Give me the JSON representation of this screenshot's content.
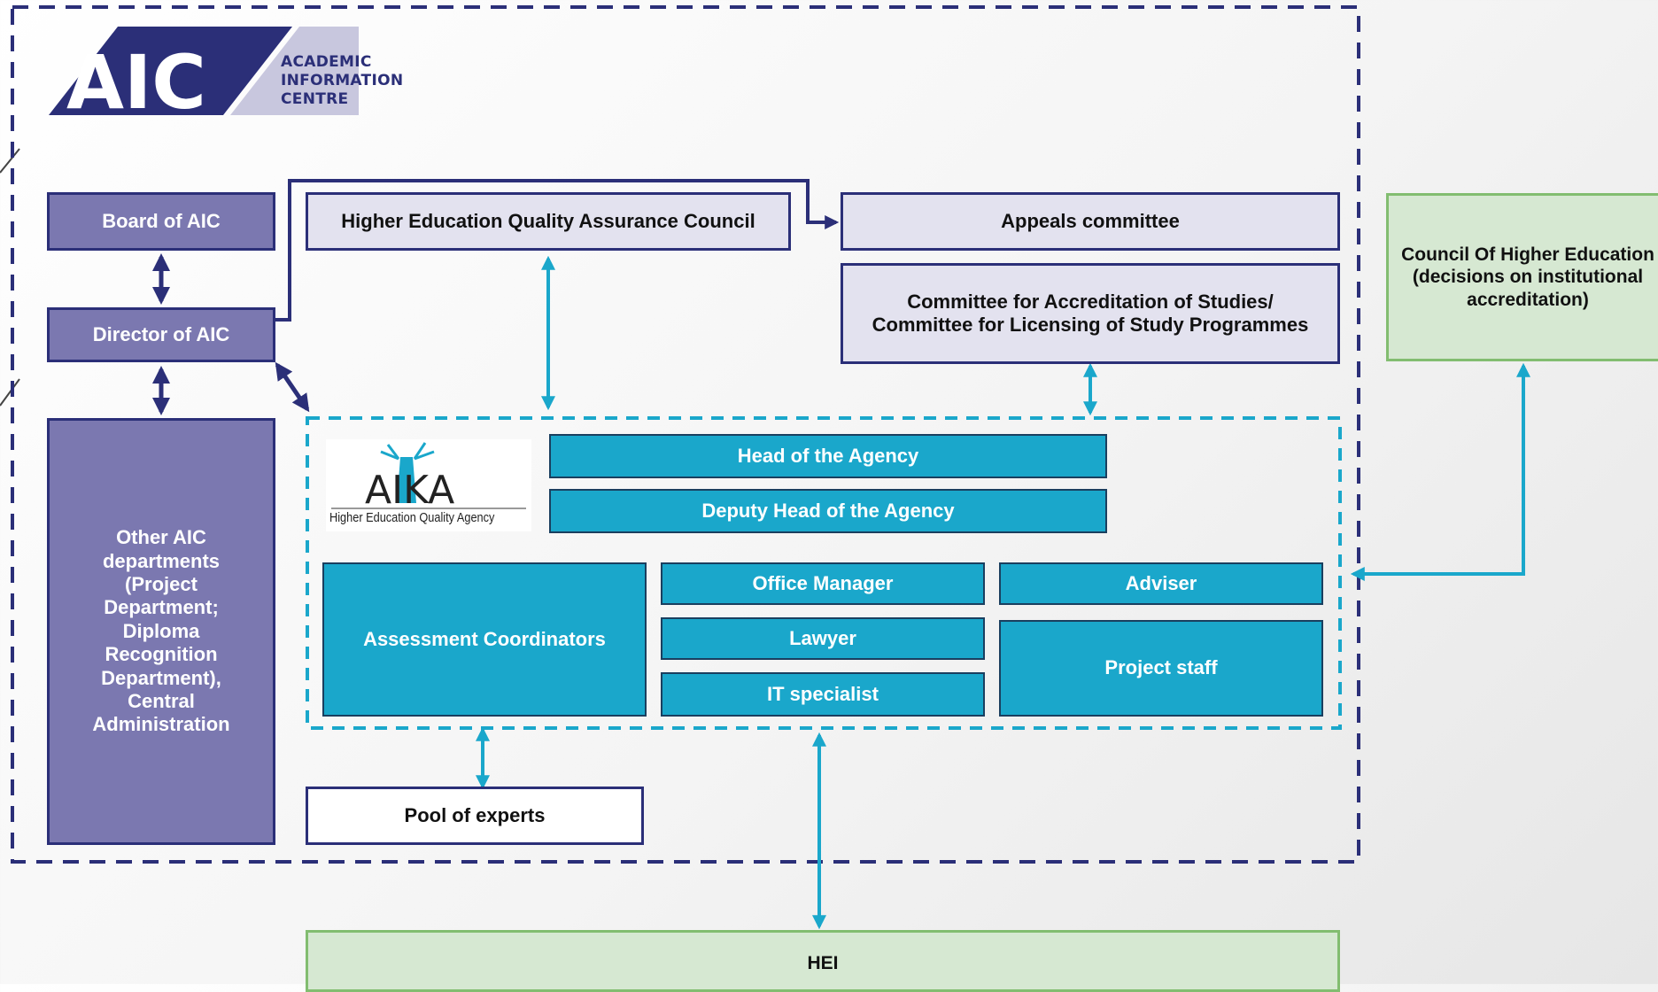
{
  "aic_logo": {
    "letters": "AIC",
    "line1": "Academic",
    "line2": "Information",
    "line3": "Centre"
  },
  "aika_logo": {
    "letters": "AIKA",
    "tagline": "Higher Education Quality Agency"
  },
  "boxes": {
    "board": "Board of AIC",
    "director": "Director of AIC",
    "other_departments": "Other AIC departments (Project Department; Diploma Recognition Department), Central Administration",
    "heqac": "Higher Education Quality Assurance Council",
    "appeals": "Appeals committee",
    "accreditation_committee": "Committee for Accreditation of Studies/ Committee for Licensing of Study Programmes",
    "council_higher_education": "Council Of Higher Education (decisions on institutional accreditation)",
    "head_agency": "Head of the Agency",
    "deputy_head": "Deputy Head of the Agency",
    "assessment_coordinators": "Assessment Coordinators",
    "office_manager": "Office Manager",
    "lawyer": "Lawyer",
    "it_specialist": "IT specialist",
    "adviser": "Adviser",
    "project_staff": "Project staff",
    "pool_experts": "Pool of experts",
    "hei": "HEI"
  },
  "colors": {
    "navy": "#2b2f78",
    "purple": "#7b78b0",
    "lavender": "#e3e2ef",
    "teal": "#1aa7cb",
    "green_fill": "#d6e8d2",
    "green_border": "#82bd70"
  }
}
